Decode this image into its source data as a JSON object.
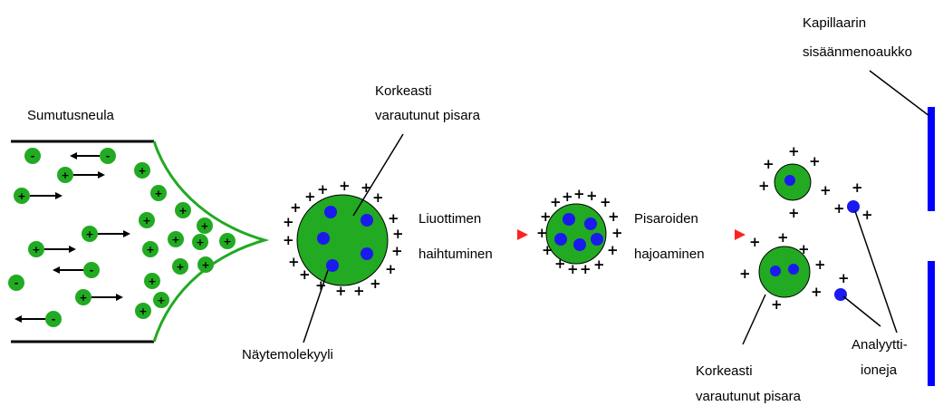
{
  "labels": {
    "needle": "Sumutusneula",
    "charged_droplet_top": [
      "Korkeasti",
      "varautunut pisara"
    ],
    "sample_molecule": "Näytemolekyyli",
    "evaporation": [
      "Liuottimen",
      "haihtuminen"
    ],
    "fission": [
      "Pisaroiden",
      "hajoaminen"
    ],
    "charged_droplet_bottom": [
      "Korkeasti",
      "varautunut pisara"
    ],
    "capillary_inlet": [
      "Kapillaarin",
      "sisäänmenoaukko"
    ],
    "analyte_ions": [
      "Analyytti-",
      "ioneja"
    ]
  },
  "symbols": {
    "plus": "+",
    "minus": "-"
  },
  "colors": {
    "droplet_green": "#22aa22",
    "analyte_blue": "#1a1aee",
    "capillary_blue": "#0000ff",
    "arrow_red": "#ff2222",
    "outline_black": "#000000"
  }
}
